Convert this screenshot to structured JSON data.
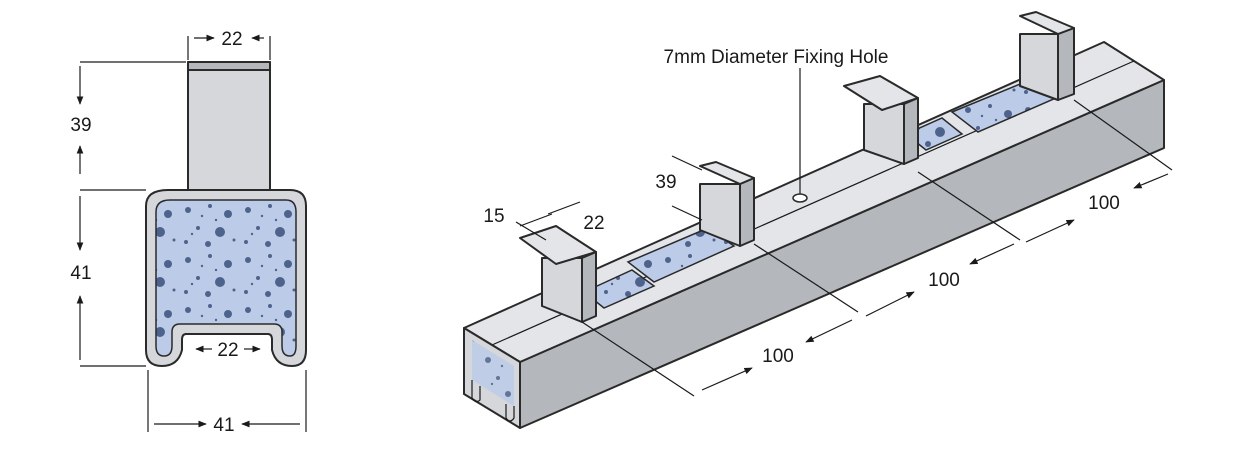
{
  "diagram": {
    "colors": {
      "steel": "#d5d7da",
      "steel_dark": "#b4b7bb",
      "foam_fill": "#bccbe8",
      "foam_fleck": "#4e638c",
      "line": "#1a1a1a"
    },
    "section_view": {
      "tab_width": "22",
      "tab_height": "39",
      "channel_height": "41",
      "slot_width": "22",
      "channel_width": "41"
    },
    "iso_view": {
      "callout": "7mm Diameter Fixing Hole",
      "tab_depth": "15",
      "tab_width": "22",
      "tab_height": "39",
      "spacing_1": "100",
      "spacing_2": "100",
      "spacing_3": "100"
    }
  }
}
